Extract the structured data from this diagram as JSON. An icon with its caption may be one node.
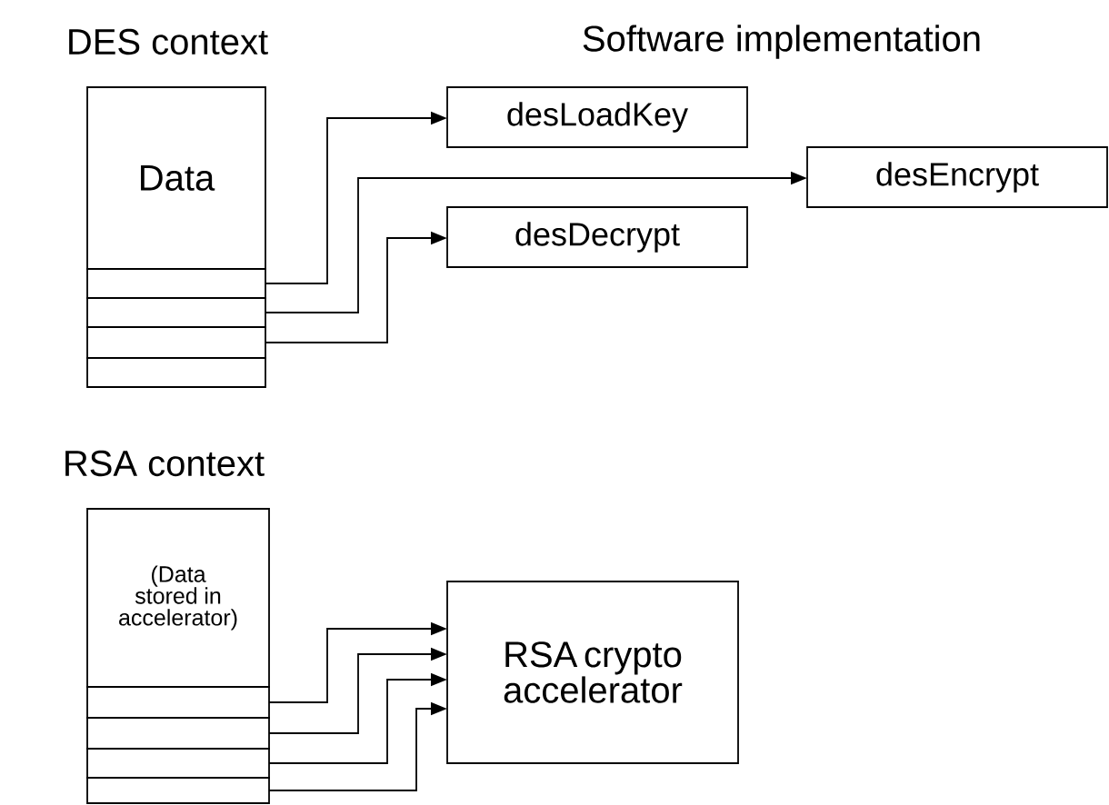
{
  "diagram": {
    "nodes": [
      {
        "text": [
          "Data"
        ]
      },
      {
        "text": [],
        "shape": "box"
      },
      {
        "text": [],
        "shape": "box"
      },
      {
        "text": [],
        "shape": "box"
      },
      {
        "text": [],
        "shape": "box"
      },
      {
        "text": [
          "desLoadKey"
        ]
      },
      {
        "text": [
          "desEncrypt"
        ]
      },
      {
        "text": [
          "desDecrypt"
        ]
      },
      {
        "text": [
          "(Data stored in accelerator)"
        ]
      },
      {
        "text": [],
        "shape": "box"
      },
      {
        "text": [],
        "shape": "box"
      },
      {
        "text": [],
        "shape": "box"
      },
      {
        "text": [],
        "shape": "box"
      },
      {
        "text": [
          "RSA crypto accelerator"
        ]
      }
    ],
    "edges": [
      {
        "from": 1,
        "to": 5,
        "arrow": "to"
      },
      {
        "from": 2,
        "to": 6,
        "arrow": "to"
      },
      {
        "from": 3,
        "to": 7,
        "arrow": "to"
      },
      {
        "from": 9,
        "to": 13,
        "arrow": "to"
      },
      {
        "from": 10,
        "to": 13,
        "arrow": "to"
      },
      {
        "from": 11,
        "to": 13,
        "arrow": "to"
      },
      {
        "from": 12,
        "to": 13,
        "arrow": "to"
      }
    ],
    "labels": [
      "DES context",
      "Software implementation",
      "RSA context"
    ]
  }
}
